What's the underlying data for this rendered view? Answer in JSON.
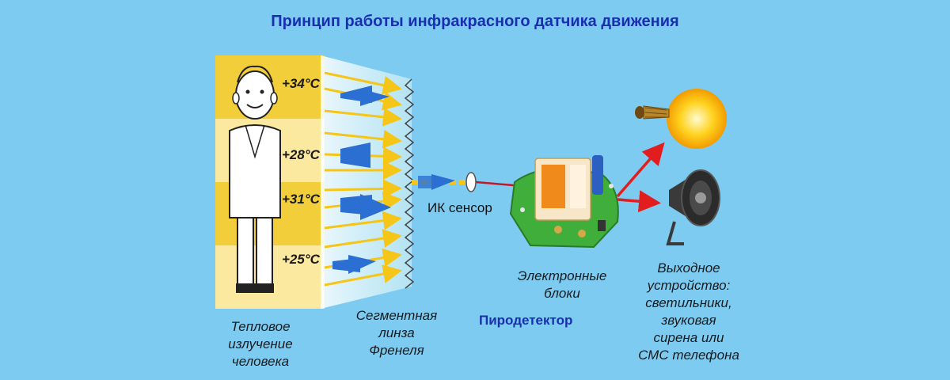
{
  "title": "Принцип работы инфракрасного датчика движения",
  "temperatures": [
    "+34°C",
    "+28°C",
    "+31°C",
    "+25°C"
  ],
  "labels": {
    "ir_sensor": "ИК сенсор",
    "pyrodetector": "Пиродетектор",
    "heat_radiation": [
      "Тепловое",
      "излучение",
      "человека"
    ],
    "fresnel_lens": [
      "Сегментная",
      "линза",
      "Френеля"
    ],
    "electronic_blocks": [
      "Электронные",
      "блоки"
    ],
    "output_device": [
      "Выходное",
      "устройство:",
      "светильники,",
      "звуковая",
      "сирена или",
      "СМС телефона"
    ]
  },
  "colors": {
    "background": "#7ecbf2",
    "title": "#1a2fb0",
    "stripe_yellow": "#f2cf3a",
    "stripe_light": "#fbe9a0",
    "arrow": "#f5c518",
    "wire_red": "#e11d1d",
    "board_green": "#3fae3a"
  },
  "icons": [
    "person-icon",
    "fresnel-lens-icon",
    "ir-sensor-icon",
    "circuit-board-icon",
    "light-bulb-icon",
    "siren-icon"
  ]
}
